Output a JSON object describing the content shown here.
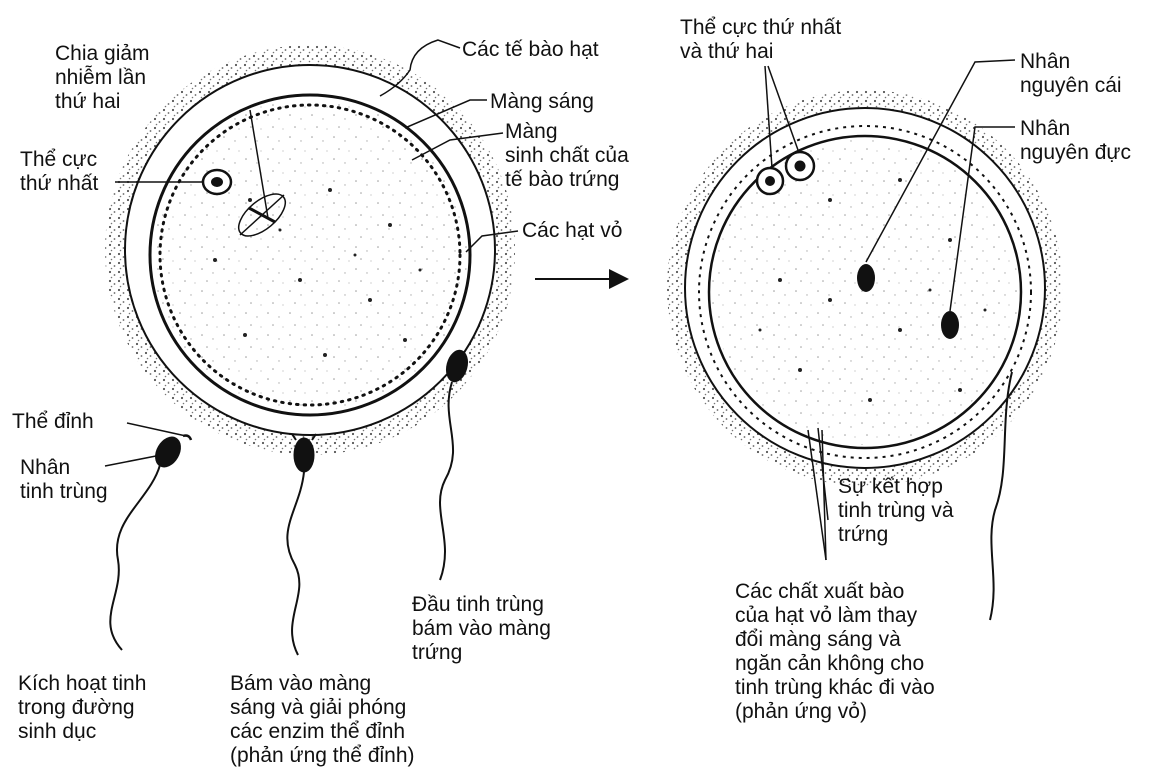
{
  "left_panel": {
    "labels": {
      "second_meiosis": "Chia giảm\nnhiễm lần\nthứ hai",
      "granulosa_cells": "Các tế bào hạt",
      "zona_pellucida": "Màng sáng",
      "egg_plasma_membrane": "Màng\nsinh chất của\ntế bào trứng",
      "first_polar_body": "Thể cực\nthứ nhất",
      "cortical_granules": "Các hạt vỏ",
      "acrosome": "Thể đỉnh",
      "sperm_nucleus": "Nhân\ntinh trùng",
      "activation": "Kích hoạt tinh\ntrong đường\nsinh dục",
      "acrosome_reaction": "Bám vào màng\nsáng và giải phóng\ncác enzim thể đỉnh\n(phản ứng thể đỉnh)",
      "sperm_head_binding": "Đầu tinh trùng\nbám vào màng\ntrứng"
    }
  },
  "right_panel": {
    "labels": {
      "polar_bodies": "Thể cực thứ nhất\nvà thứ hai",
      "female_pronucleus": "Nhân\nnguyên cái",
      "male_pronucleus": "Nhân\nnguyên đực",
      "fusion": "Sự kết hợp\ntinh trùng và\ntrứng",
      "cortical_reaction": "Các chất xuất bào\ncủa hạt vỏ làm thay\nđổi màng sáng và\nngăn cản không cho\ntinh trùng khác đi vào\n(phản ứng vỏ)"
    }
  },
  "colors": {
    "ink": "#111111",
    "stipple": "#555555",
    "paper": "#ffffff"
  }
}
